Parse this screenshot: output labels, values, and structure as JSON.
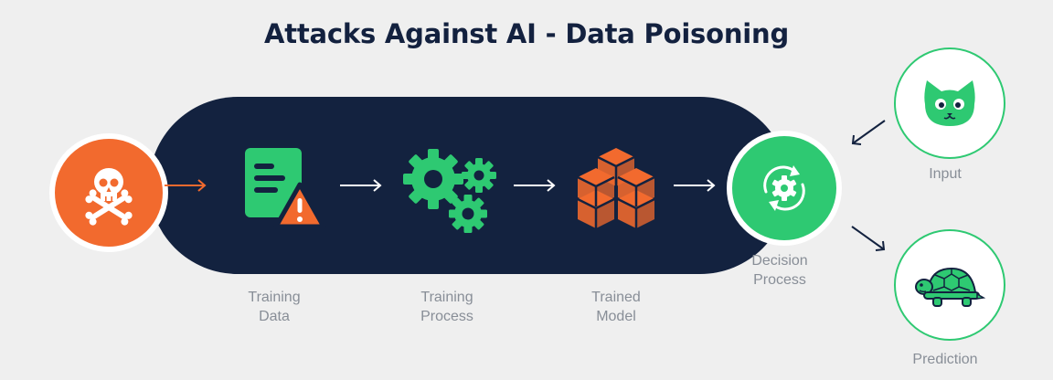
{
  "title": "Attacks Against AI - Data Poisoning",
  "stages": {
    "training_data": {
      "line1": "Training",
      "line2": "Data"
    },
    "training_process": {
      "line1": "Training",
      "line2": "Process"
    },
    "trained_model": {
      "line1": "Trained",
      "line2": "Model"
    },
    "decision_process": {
      "line1": "Decision",
      "line2": "Process"
    },
    "input": {
      "label": "Input"
    },
    "prediction": {
      "label": "Prediction"
    }
  },
  "icons": {
    "attacker": "skull-crossbones-icon",
    "training_data": "document-warning-icon",
    "training_process": "gears-icon",
    "trained_model": "cubes-icon",
    "decision_process": "cycle-gear-icon",
    "input": "cat-icon",
    "prediction": "turtle-icon"
  },
  "colors": {
    "navy": "#13223f",
    "orange": "#f26a2e",
    "green": "#2ec972",
    "label_gray": "#888e97",
    "background": "#efefef"
  }
}
